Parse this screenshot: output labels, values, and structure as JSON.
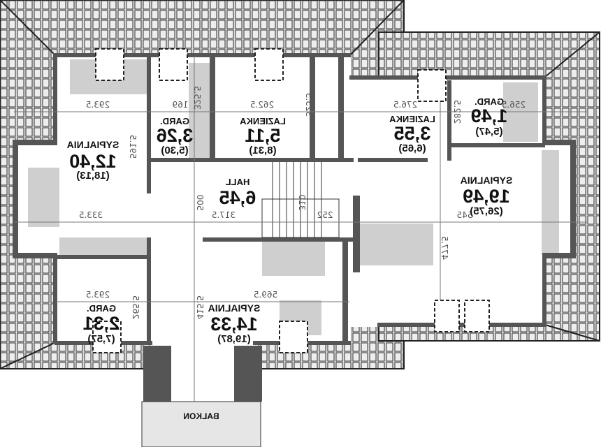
{
  "plan": {
    "rooms": [
      {
        "id": "sypialnia-1",
        "name": "SYPIALNIA",
        "area": "12,40",
        "sub": "(18,13)"
      },
      {
        "id": "gard-1",
        "name": "GARD.",
        "area": "3,26",
        "sub": "(5,30)"
      },
      {
        "id": "lazienka-1",
        "name": "LAZIENKA",
        "area": "5,11",
        "sub": "(8,31)"
      },
      {
        "id": "hall",
        "name": "HALL",
        "area": "6,45",
        "sub": ""
      },
      {
        "id": "lazienka-2",
        "name": "LAZIENKA",
        "area": "3,55",
        "sub": "(6,65)"
      },
      {
        "id": "gard-2",
        "name": "GARD.",
        "area": "1,49",
        "sub": "(5,47)"
      },
      {
        "id": "sypialnia-2",
        "name": "SYPIALNIA",
        "area": "19,49",
        "sub": "(26,75)"
      },
      {
        "id": "gard-3",
        "name": "GARD.",
        "area": "2,31",
        "sub": "(7,57)"
      },
      {
        "id": "sypialnia-3",
        "name": "SYPIALNIA",
        "area": "14,33",
        "sub": "(19,87)"
      }
    ],
    "balcony_label": "BALKON",
    "dimensions": [
      "293.5",
      "169",
      "325.5",
      "262.5",
      "325.5",
      "276.5",
      "282.5",
      "256.5",
      "591.5",
      "333.5",
      "500",
      "317.5",
      "310",
      "252",
      "545",
      "477.5",
      "293.5",
      "265.5",
      "569.5",
      "415.5"
    ]
  },
  "colors": {
    "wall": "#555555",
    "roof": "#d9d9d9",
    "furniture": "#c8c8c8",
    "balcony": "#e6e6e6"
  }
}
